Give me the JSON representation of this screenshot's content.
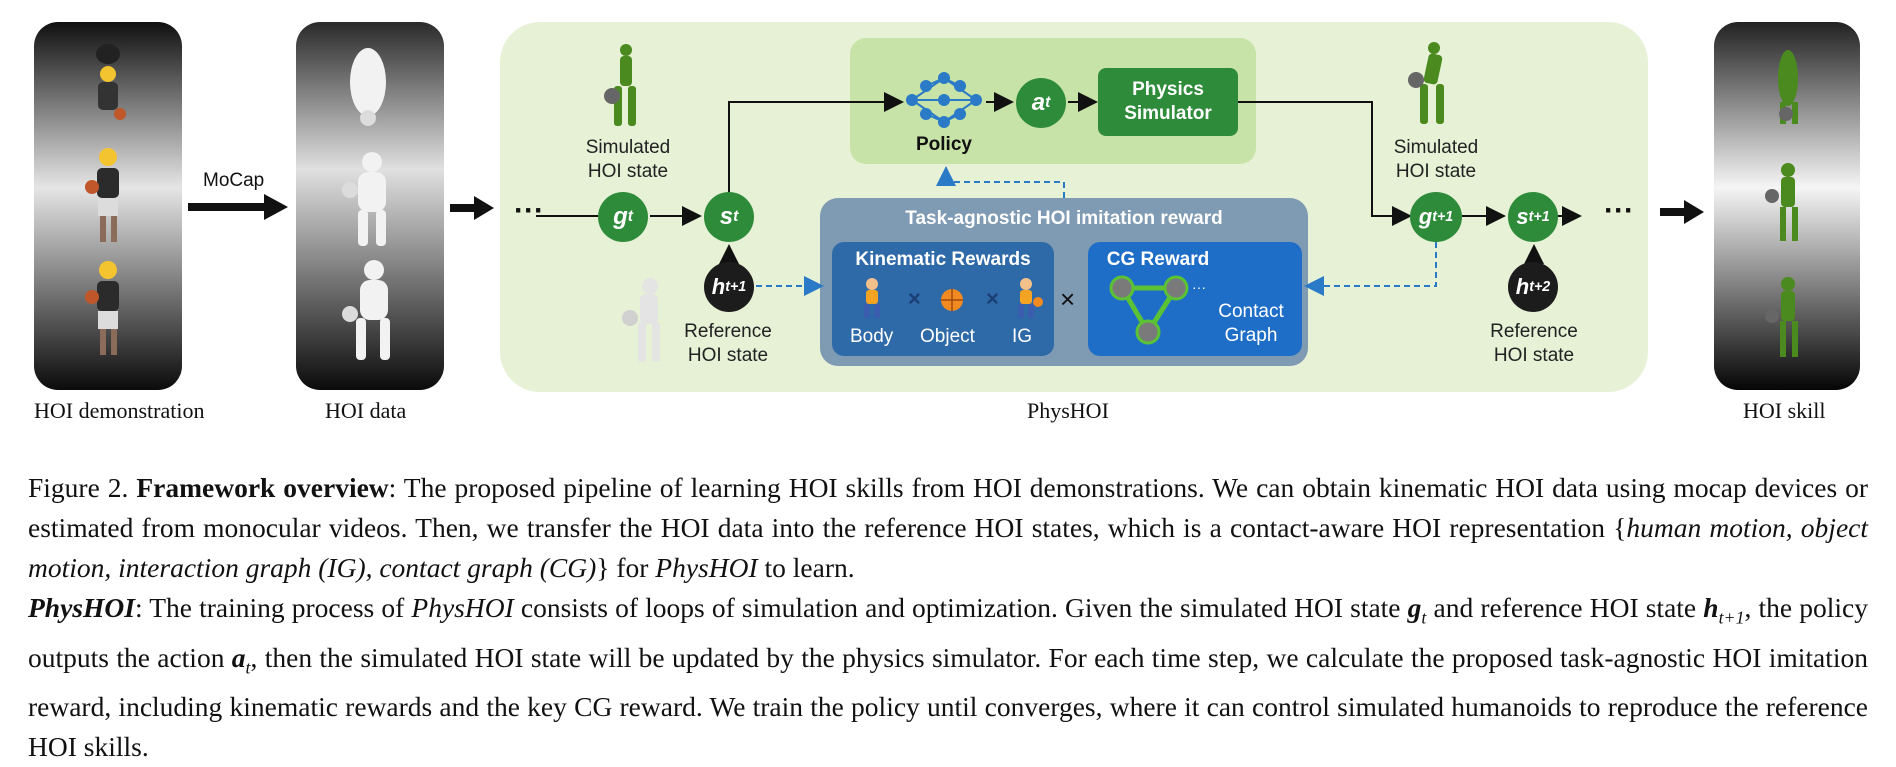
{
  "labels": {
    "hoi_demo": "HOI demonstration",
    "hoi_data": "HOI data",
    "physhoi": "PhysHOI",
    "hoi_skill": "HOI skill",
    "mocap": "MoCap",
    "ellipsis": "···"
  },
  "diagram": {
    "sim_state_left": [
      "Simulated",
      "HOI state"
    ],
    "sim_state_right": [
      "Simulated",
      "HOI state"
    ],
    "ref_state_left": [
      "Reference",
      "HOI state"
    ],
    "ref_state_right": [
      "Reference",
      "HOI state"
    ],
    "policy": "Policy",
    "physics_sim": [
      "Physics",
      "Simulator"
    ],
    "reward_title": "Task-agnostic HOI imitation reward",
    "kinematic_title": "Kinematic Rewards",
    "cg_title": "CG Reward",
    "body": "Body",
    "object": "Object",
    "ig": "IG",
    "contact_graph": [
      "Contact",
      "Graph"
    ],
    "times": "×",
    "nodes": {
      "g_t": "g",
      "g_t_sub": "t",
      "s_t": "s",
      "s_t_sub": "t",
      "h_t1": "h",
      "h_t1_sub": "t+1",
      "a_t": "a",
      "a_t_sub": "t",
      "g_t1": "g",
      "g_t1_sub": "t+1",
      "s_t1": "s",
      "s_t1_sub": "t+1",
      "h_t2": "h",
      "h_t2_sub": "t+2"
    }
  },
  "caption": {
    "fig": "Figure 2.",
    "bold1": "Framework overview",
    "text1": ": The proposed pipeline of learning HOI skills from HOI demonstrations. We can obtain kinematic HOI data using mocap devices or estimated from monocular videos. Then, we transfer the HOI data into the reference HOI states, which is a contact-aware HOI representation {",
    "ital1": "human motion, object motion, interaction graph (IG), contact graph (CG)",
    "text2": "} for ",
    "ital2": "PhysHOI",
    "text3": " to learn.",
    "bold2": "PhysHOI",
    "text4": ": The training process of ",
    "ital3": "PhysHOI",
    "text5": " consists of loops of simulation and optimization. Given the simulated HOI state ",
    "m_g": "g",
    "m_g_sub": "t",
    "text6": " and reference HOI state ",
    "m_h": "h",
    "m_h_sub": "t+1",
    "text7": ", the policy outputs the action ",
    "m_a": "a",
    "m_a_sub": "t",
    "text8": ", then the simulated HOI state will be updated by the physics simulator. For each time step, we calculate the proposed task-agnostic HOI imitation reward, including kinematic rewards and the key CG reward. We train the policy until converges, where it can control simulated humanoids to reproduce the reference HOI skills."
  },
  "colors": {
    "green_node": "#2e8b3a",
    "physhoi_bg": "#e6f1d6",
    "policy_bg": "#c8e3a7",
    "reward_bg": "#7f9ab3",
    "kin_bg": "#2f6aa8",
    "cg_bg": "#1e6ec8"
  }
}
